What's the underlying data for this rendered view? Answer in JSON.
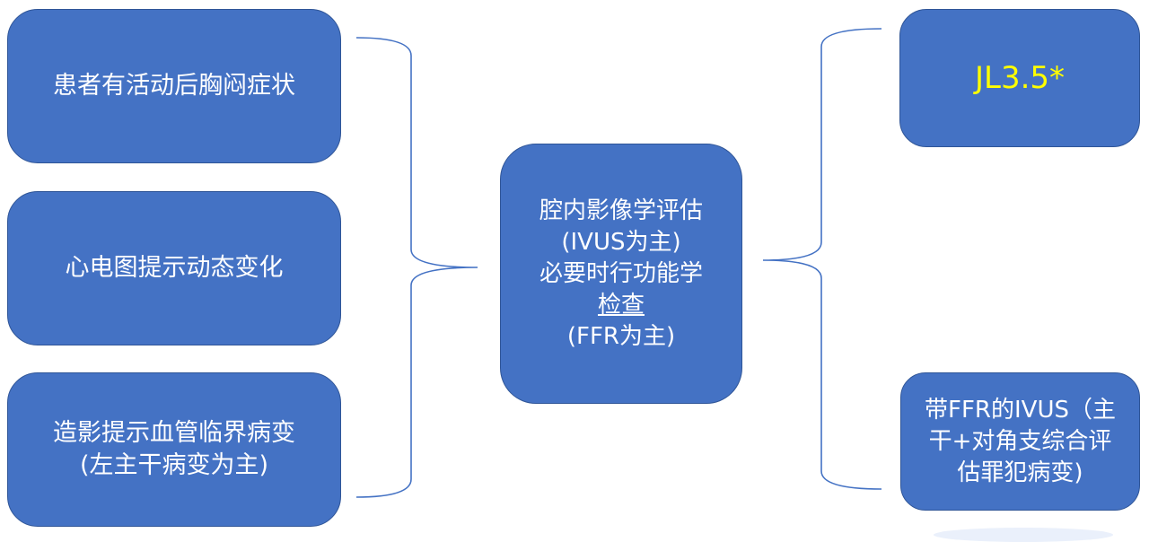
{
  "colors": {
    "box_fill": "#4472c4",
    "box_border": "#2f5597",
    "connector": "#4472c4",
    "text": "#ffffff",
    "highlight_text": "#ffff00"
  },
  "left_boxes": [
    {
      "lines": [
        "患者有活动后胸闷症状"
      ]
    },
    {
      "lines": [
        "心电图提示动态变化"
      ]
    },
    {
      "lines": [
        "造影提示血管临界病变",
        "(左主干病变为主)"
      ]
    }
  ],
  "center_box": {
    "lines": [
      "腔内影像学评估",
      "(IVUS为主)",
      "必要时行功能学",
      "检查",
      "(FFR为主)"
    ]
  },
  "right_boxes": [
    {
      "lines": [
        "JL3.5*"
      ]
    },
    {
      "lines": [
        "带FFR的IVUS（主",
        "干+对角支综合评",
        "估罪犯病变)"
      ]
    }
  ]
}
